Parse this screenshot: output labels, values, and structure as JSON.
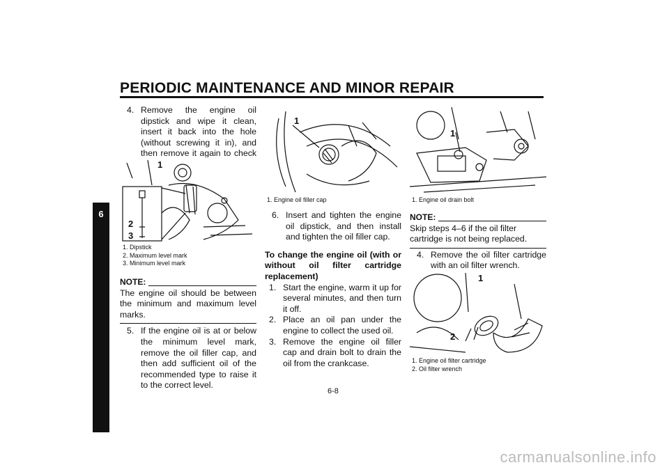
{
  "header": {
    "title": "PERIODIC MAINTENANCE AND MINOR REPAIR"
  },
  "chapter_tab": "6",
  "col1": {
    "step4_num": "4.",
    "step4": "Remove the engine oil dipstick and wipe it clean, insert it back into the hole (without screwing it in), and then remove it again to check the oil level.",
    "figure_callouts": [
      "1",
      "2",
      "3"
    ],
    "captions": [
      "1.  Dipstick",
      "2.  Maximum level mark",
      "3.  Minimum level mark"
    ],
    "note_label": "NOTE:",
    "note_text": "The engine oil should be between the minimum and maximum level marks.",
    "step5_num": "5.",
    "step5": "If the engine oil is at or below the minimum level mark, remove the oil filler cap, and then add sufficient oil of the recommended type to raise it to the correct level."
  },
  "col2": {
    "figure_callout": "1",
    "caption": "1.  Engine oil filler cap",
    "step6_num": "6.",
    "step6": "Insert and tighten the engine oil dipstick, and then install and tighten the oil filler cap.",
    "heading": "To change the engine oil (with or without oil filter cartridge replacement)",
    "steps": [
      {
        "num": "1.",
        "text": "Start the engine, warm it up for several minutes, and then turn it off."
      },
      {
        "num": "2.",
        "text": "Place an oil pan under the engine to collect the used oil."
      },
      {
        "num": "3.",
        "text": "Remove the engine oil filler cap and drain bolt to drain the oil from the crankcase."
      }
    ]
  },
  "col3": {
    "figure1_callout": "1",
    "caption1": "1.  Engine oil drain bolt",
    "note_label": "NOTE:",
    "note_text": "Skip steps 4–6 if the oil filter cartridge is not being replaced.",
    "step4_num": "4.",
    "step4": "Remove the oil filter cartridge with an oil filter wrench.",
    "figure2_callouts": [
      "1",
      "2"
    ],
    "captions2": [
      "1.  Engine oil filter cartridge",
      "2.  Oil filter wrench"
    ]
  },
  "page_number": "6-8",
  "watermark": "carmanualsonline.info"
}
